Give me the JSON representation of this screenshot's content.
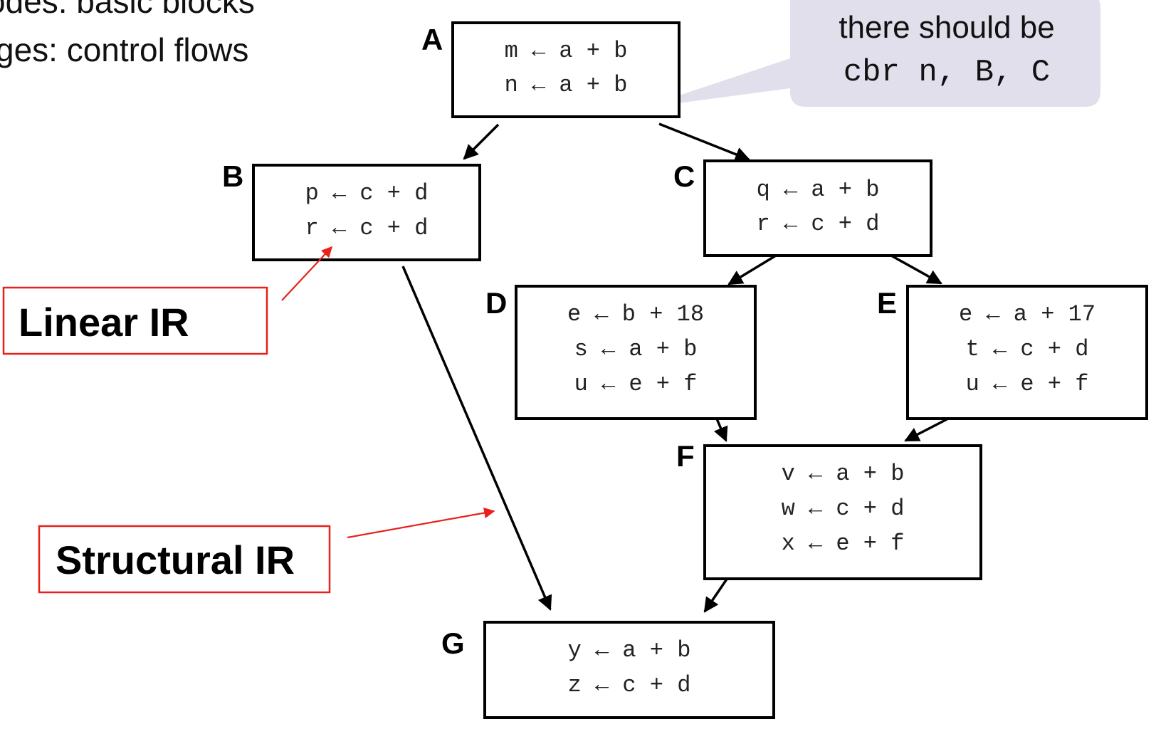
{
  "bullets": [
    "odes: basic blocks",
    "ges: control flows"
  ],
  "callout": {
    "line1": "there should be",
    "line2": "cbr n, B, C",
    "fill": "#e2dfec"
  },
  "blocks": {
    "A": {
      "label": "A",
      "lines": [
        "m ← a + b",
        "n ← a + b"
      ]
    },
    "B": {
      "label": "B",
      "lines": [
        "p ← c + d",
        "r ← c + d"
      ]
    },
    "C": {
      "label": "C",
      "lines": [
        "q ← a + b",
        "r ← c + d"
      ]
    },
    "D": {
      "label": "D",
      "lines": [
        "e ← b + 18",
        "s ← a + b",
        "u ← e + f"
      ]
    },
    "E": {
      "label": "E",
      "lines": [
        "e ← a + 17",
        "t ← c + d",
        "u ← e + f"
      ]
    },
    "F": {
      "label": "F",
      "lines": [
        "v ← a + b",
        "w ← c + d",
        "x ← e + f"
      ]
    },
    "G": {
      "label": "G",
      "lines": [
        "y ← a + b",
        "z ← c + d"
      ]
    }
  },
  "edges": [
    [
      "A",
      "B"
    ],
    [
      "A",
      "C"
    ],
    [
      "B",
      "G"
    ],
    [
      "C",
      "D"
    ],
    [
      "C",
      "E"
    ],
    [
      "D",
      "F"
    ],
    [
      "E",
      "F"
    ],
    [
      "F",
      "G"
    ]
  ],
  "annotations": {
    "linear": "Linear IR",
    "structural": "Structural IR",
    "color": "#e8211c"
  }
}
